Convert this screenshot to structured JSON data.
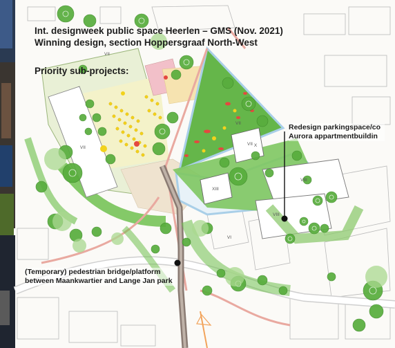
{
  "title": {
    "line1": "Int. designweek public space Heerlen – GMS (Nov. 2021)",
    "line2": "Winning design, section Hoppersgraaf North-West"
  },
  "priority_heading": "Priority sub-projects:",
  "callouts": {
    "parking": {
      "line1": "Redesign parkingspace/co",
      "line2": "Aurora appartmentbuildin"
    },
    "bridge": {
      "line1": "(Temporary) pedestrian bridge/platform",
      "line2": "between Maankwartier and Lange Jan park"
    }
  },
  "building_labels": [
    "VII",
    "VII",
    "VII",
    "XIII",
    "VIII",
    "VIII",
    "VII",
    "VI",
    "X"
  ],
  "colors": {
    "park_green": "#6fbf4f",
    "light_green": "#a9d88f",
    "path_pink": "#e9a9a0",
    "water_blue": "#a9cfe8",
    "plaza_beige": "#e8dcc8",
    "tree_yellow": "#f2d21c",
    "flower_red": "#e4483f",
    "bridge_grey": "#8a7b73",
    "orange_accent": "#f2a35a"
  }
}
